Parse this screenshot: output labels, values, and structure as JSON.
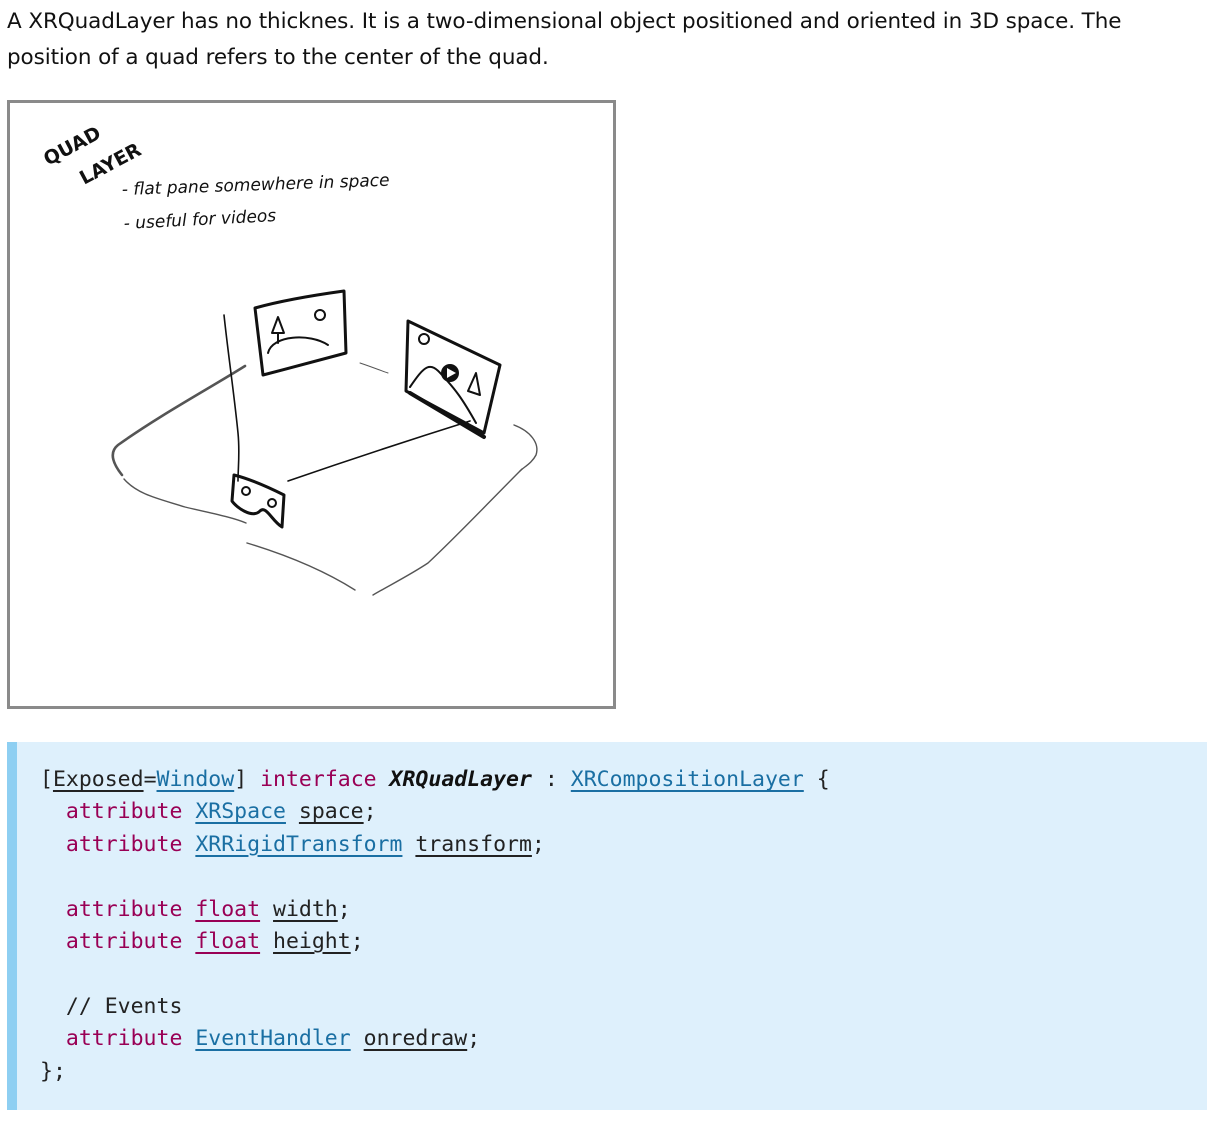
{
  "intro": {
    "text": "A XRQuadLayer has no thicknes. It is a two-dimensional object positioned and oriented in 3D space. The position of a quad refers to the center of the quad."
  },
  "figure": {
    "title_line1": "QUAD",
    "title_line2": "LAYER",
    "note1": "- flat pane somewhere in space",
    "note2": "- useful for videos"
  },
  "idl": {
    "ext_attr_open": "[",
    "ext_attr_name": "Exposed",
    "ext_attr_eq": "=",
    "ext_attr_value": "Window",
    "ext_attr_close": "]",
    "interface_kw": "interface",
    "interface_name": "XRQuadLayer",
    "inherit_colon": ":",
    "parent": "XRCompositionLayer",
    "open_brace": "{",
    "attr_kw": "attribute",
    "members": [
      {
        "type": "XRSpace",
        "name": "space"
      },
      {
        "type": "XRRigidTransform",
        "name": "transform"
      },
      {
        "type": "float",
        "name": "width"
      },
      {
        "type": "float",
        "name": "height"
      },
      {
        "type": "EventHandler",
        "name": "onredraw"
      }
    ],
    "semicolon": ";",
    "comment": "// Events",
    "close_brace": "};"
  }
}
